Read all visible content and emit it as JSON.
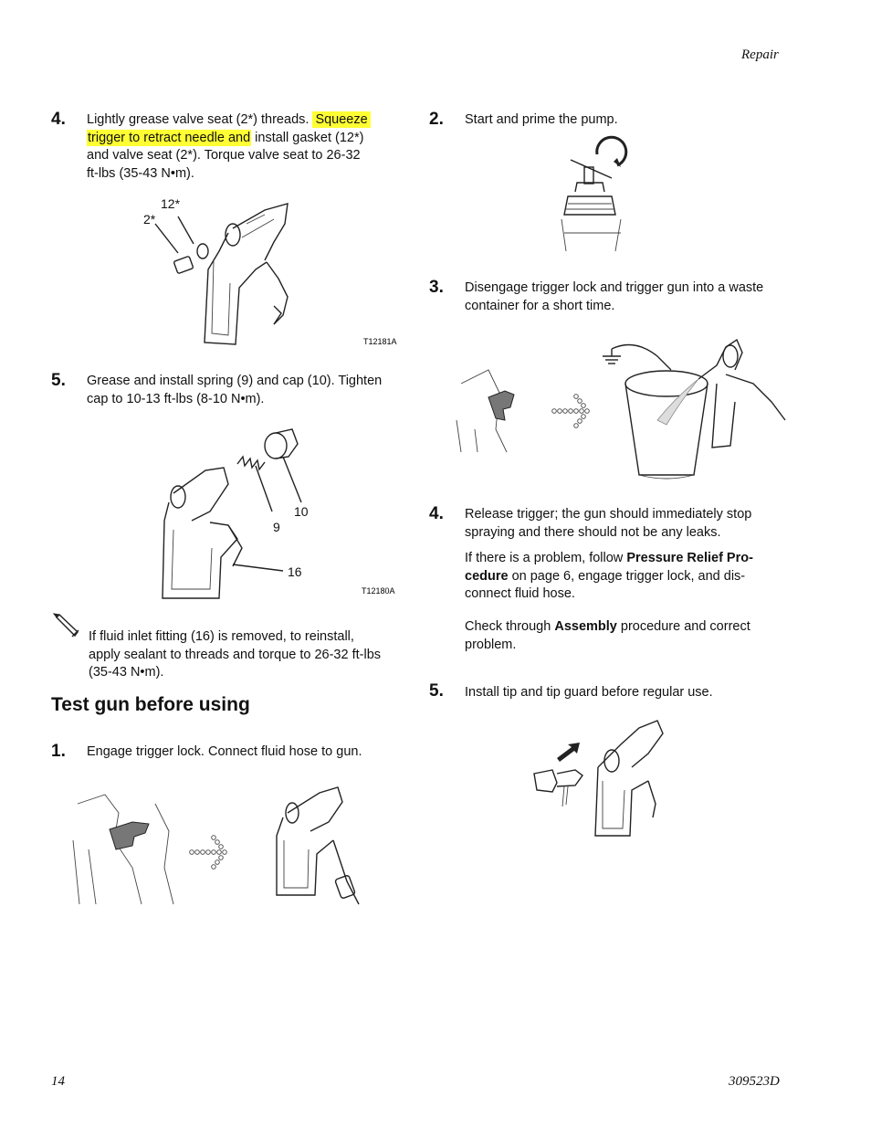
{
  "header": {
    "section": "Repair"
  },
  "footer": {
    "page_number": "14",
    "doc_code": "309523D"
  },
  "left": {
    "step4": {
      "num": "4.",
      "pre": "Lightly grease valve seat (2*) threads. ",
      "highlight_a": "Squeeze",
      "highlight_b": "trigger to retract needle and",
      "post_line2": " install gasket (12*)",
      "line3": "and valve seat (2*). Torque valve seat to 26-32",
      "line4": "ft-lbs (35-43 N•m).",
      "fig": {
        "label_12": "12*",
        "label_2": "2*",
        "code": "T12181A"
      }
    },
    "step5": {
      "num": "5.",
      "line1": "Grease and install spring (9) and cap (10). Tighten",
      "line2": "cap to 10-13 ft-lbs (8-10 N•m).",
      "fig": {
        "label_10": "10",
        "label_9": "9",
        "label_16": "16",
        "code": "T12180A"
      }
    },
    "note": {
      "icon": "pencil-icon",
      "line1": "If fluid inlet fitting (16) is removed, to reinstall,",
      "line2": "apply sealant to threads and torque to 26-32 ft-lbs",
      "line3": "(35-43 N•m)."
    },
    "section_title": "Test gun before using",
    "step1": {
      "num": "1.",
      "text": "Engage trigger lock. Connect fluid hose to gun."
    }
  },
  "right": {
    "step2": {
      "num": "2.",
      "text": "Start and prime the pump."
    },
    "step3": {
      "num": "3.",
      "line1": "Disengage trigger lock and trigger gun into a waste",
      "line2": "container for a short time."
    },
    "step4": {
      "num": "4.",
      "line1": "Release trigger; the gun should immediately stop",
      "line2": "spraying and there should not be any leaks.",
      "p2_pre": "If there is a problem, follow ",
      "p2_bold1": "Pressure Relief Pro-",
      "p2_bold2": "cedure",
      "p2_post": " on page 6, engage trigger lock, and dis-",
      "p2_line3": "connect fluid hose.",
      "p3_pre": "Check through ",
      "p3_bold": "Assembly",
      "p3_post": " procedure and correct",
      "p3_line2": "problem."
    },
    "step5": {
      "num": "5.",
      "text": "Install tip and tip guard before regular use."
    }
  }
}
